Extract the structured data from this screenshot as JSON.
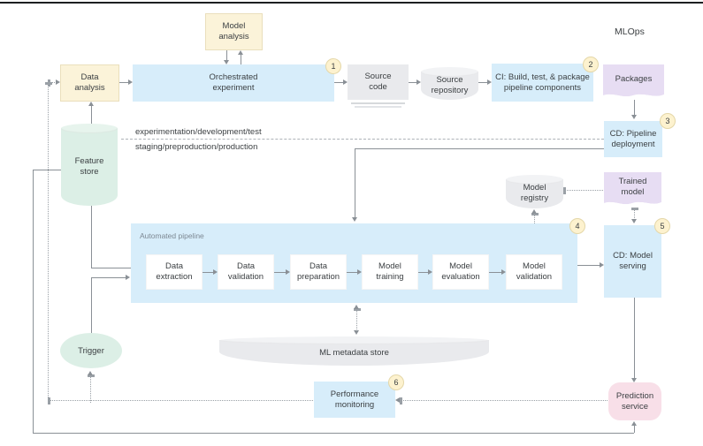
{
  "title": "MLOps",
  "colors": {
    "blue": "#d7edfa",
    "cream": "#fbf3d9",
    "cream_border": "#eadfbc",
    "gray": "#e9eaed",
    "gray_top": "#f2f3f5",
    "purple": "#e7ddf3",
    "green": "#dcefe6",
    "green_top": "#e7f4ed",
    "pink": "#f8dfe8",
    "badge": "#fdf2cf",
    "badge_border": "#e4d7a8",
    "line": "#8a9096",
    "dotted": "#9aa0a6",
    "text": "#3c4043",
    "muted": "#7d8893"
  },
  "env_labels": {
    "top": "experimentation/development/test",
    "bottom": "staging/preproduction/production"
  },
  "nodes": {
    "model_analysis": {
      "label": "Model\nanalysis"
    },
    "data_analysis": {
      "label": "Data\nanalysis"
    },
    "orchestrated_experiment": {
      "label": "Orchestrated\nexperiment",
      "badge": "1"
    },
    "source_code": {
      "label": "Source\ncode"
    },
    "source_repository": {
      "label": "Source\nrepository"
    },
    "ci_build": {
      "label": "CI: Build, test, & package\npipeline components",
      "badge": "2"
    },
    "packages": {
      "label": "Packages"
    },
    "cd_pipeline_deployment": {
      "label": "CD: Pipeline\ndeployment",
      "badge": "3"
    },
    "feature_store": {
      "label": "Feature\nstore"
    },
    "model_registry": {
      "label": "Model\nregistry"
    },
    "trained_model": {
      "label": "Trained\nmodel"
    },
    "automated_pipeline": {
      "label": "Automated pipeline",
      "badge": "4",
      "steps": [
        "Data\nextraction",
        "Data\nvalidation",
        "Data\npreparation",
        "Model\ntraining",
        "Model\nevaluation",
        "Model\nvalidation"
      ]
    },
    "cd_model_serving": {
      "label": "CD: Model\nserving",
      "badge": "5"
    },
    "ml_metadata_store": {
      "label": "ML metadata store"
    },
    "trigger": {
      "label": "Trigger"
    },
    "performance_monitoring": {
      "label": "Performance\nmonitoring",
      "badge": "6"
    },
    "prediction_service": {
      "label": "Prediction\nservice"
    }
  }
}
